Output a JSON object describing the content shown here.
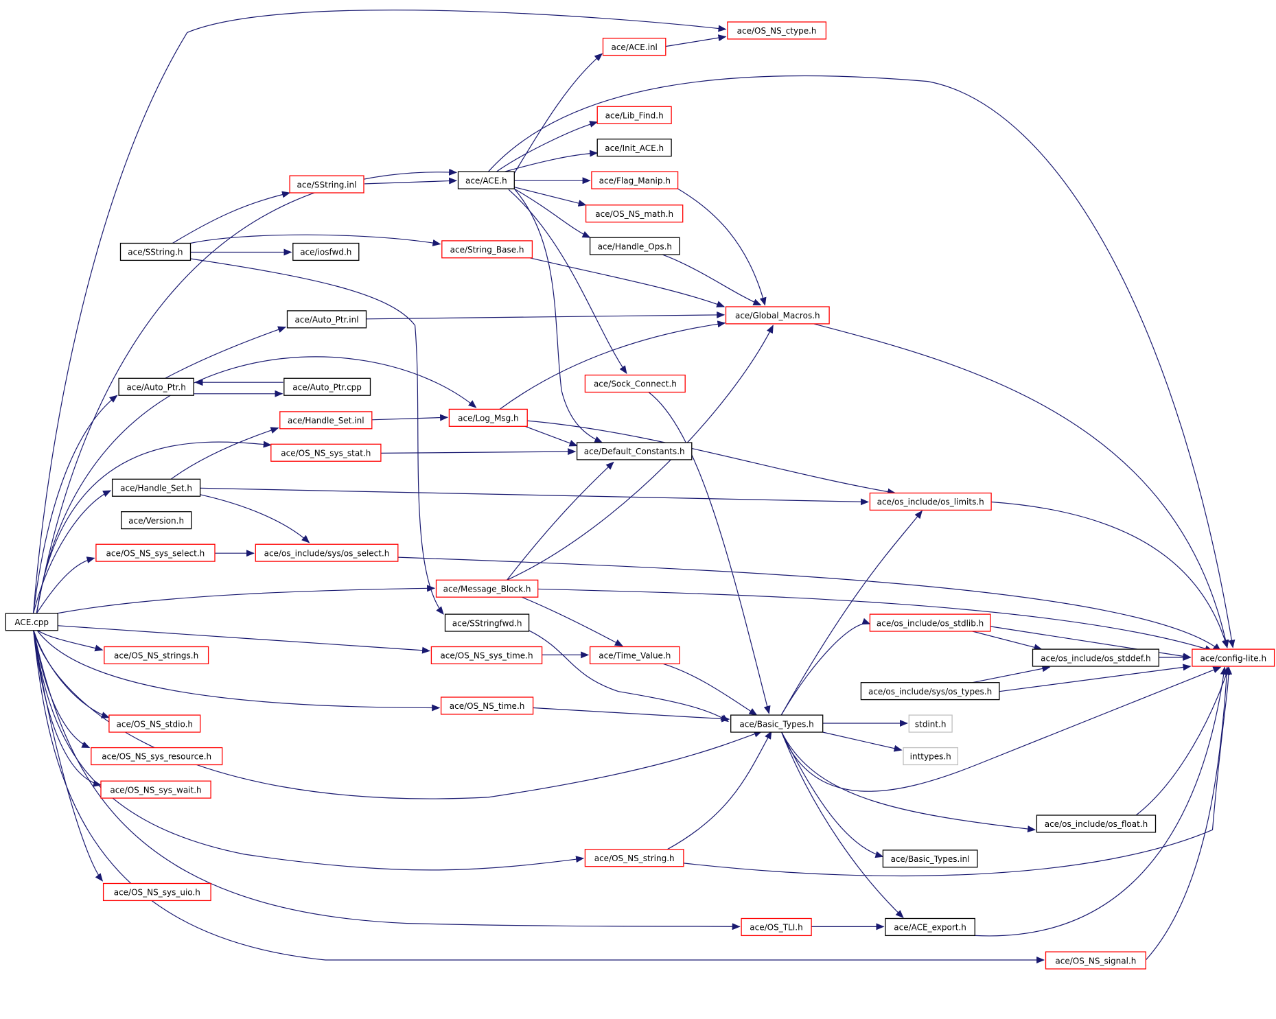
{
  "colors": {
    "edge": "#191970",
    "root_fill": "#bfbfbf",
    "documented_border": "#000000",
    "undocumented_border": "#ff0000",
    "external_border": "#bfbfbf"
  },
  "nodes": [
    {
      "id": "ace_cpp",
      "label": "ACE.cpp",
      "kind": "root"
    },
    {
      "id": "os_ctype",
      "label": "ace/OS_NS_ctype.h",
      "kind": "red"
    },
    {
      "id": "ace_inl",
      "label": "ace/ACE.inl",
      "kind": "red"
    },
    {
      "id": "lib_find",
      "label": "ace/Lib_Find.h",
      "kind": "red"
    },
    {
      "id": "init_ace",
      "label": "ace/Init_ACE.h",
      "kind": "black"
    },
    {
      "id": "ace_h",
      "label": "ace/ACE.h",
      "kind": "black"
    },
    {
      "id": "sstring_inl",
      "label": "ace/SString.inl",
      "kind": "red"
    },
    {
      "id": "flag_manip",
      "label": "ace/Flag_Manip.h",
      "kind": "red"
    },
    {
      "id": "os_math",
      "label": "ace/OS_NS_math.h",
      "kind": "red"
    },
    {
      "id": "handle_ops",
      "label": "ace/Handle_Ops.h",
      "kind": "black"
    },
    {
      "id": "sstring_h",
      "label": "ace/SString.h",
      "kind": "black"
    },
    {
      "id": "iosfwd",
      "label": "ace/iosfwd.h",
      "kind": "black"
    },
    {
      "id": "string_base",
      "label": "ace/String_Base.h",
      "kind": "red"
    },
    {
      "id": "auto_ptr_inl",
      "label": "ace/Auto_Ptr.inl",
      "kind": "black"
    },
    {
      "id": "global_macros",
      "label": "ace/Global_Macros.h",
      "kind": "red"
    },
    {
      "id": "auto_ptr_h",
      "label": "ace/Auto_Ptr.h",
      "kind": "black"
    },
    {
      "id": "auto_ptr_cpp",
      "label": "ace/Auto_Ptr.cpp",
      "kind": "black"
    },
    {
      "id": "sock_connect",
      "label": "ace/Sock_Connect.h",
      "kind": "red"
    },
    {
      "id": "handle_set_inl",
      "label": "ace/Handle_Set.inl",
      "kind": "red"
    },
    {
      "id": "log_msg",
      "label": "ace/Log_Msg.h",
      "kind": "red"
    },
    {
      "id": "os_sys_stat",
      "label": "ace/OS_NS_sys_stat.h",
      "kind": "red"
    },
    {
      "id": "default_constants",
      "label": "ace/Default_Constants.h",
      "kind": "black"
    },
    {
      "id": "handle_set_h",
      "label": "ace/Handle_Set.h",
      "kind": "black"
    },
    {
      "id": "os_limits",
      "label": "ace/os_include/os_limits.h",
      "kind": "red"
    },
    {
      "id": "version",
      "label": "ace/Version.h",
      "kind": "black"
    },
    {
      "id": "os_sys_select",
      "label": "ace/OS_NS_sys_select.h",
      "kind": "red"
    },
    {
      "id": "os_select",
      "label": "ace/os_include/sys/os_select.h",
      "kind": "red"
    },
    {
      "id": "message_block",
      "label": "ace/Message_Block.h",
      "kind": "red"
    },
    {
      "id": "sstringfwd",
      "label": "ace/SStringfwd.h",
      "kind": "black"
    },
    {
      "id": "os_stdlib",
      "label": "ace/os_include/os_stdlib.h",
      "kind": "red"
    },
    {
      "id": "os_strings",
      "label": "ace/OS_NS_strings.h",
      "kind": "red"
    },
    {
      "id": "os_sys_time",
      "label": "ace/OS_NS_sys_time.h",
      "kind": "red"
    },
    {
      "id": "time_value",
      "label": "ace/Time_Value.h",
      "kind": "red"
    },
    {
      "id": "os_stddef",
      "label": "ace/os_include/os_stddef.h",
      "kind": "black"
    },
    {
      "id": "config_lite",
      "label": "ace/config-lite.h",
      "kind": "red"
    },
    {
      "id": "os_types",
      "label": "ace/os_include/sys/os_types.h",
      "kind": "black"
    },
    {
      "id": "os_time",
      "label": "ace/OS_NS_time.h",
      "kind": "red"
    },
    {
      "id": "os_stdio",
      "label": "ace/OS_NS_stdio.h",
      "kind": "red"
    },
    {
      "id": "basic_types",
      "label": "ace/Basic_Types.h",
      "kind": "black"
    },
    {
      "id": "stdint",
      "label": "stdint.h",
      "kind": "gray"
    },
    {
      "id": "os_sys_resource",
      "label": "ace/OS_NS_sys_resource.h",
      "kind": "red"
    },
    {
      "id": "inttypes",
      "label": "inttypes.h",
      "kind": "gray"
    },
    {
      "id": "os_sys_wait",
      "label": "ace/OS_NS_sys_wait.h",
      "kind": "red"
    },
    {
      "id": "os_float",
      "label": "ace/os_include/os_float.h",
      "kind": "black"
    },
    {
      "id": "os_string",
      "label": "ace/OS_NS_string.h",
      "kind": "red"
    },
    {
      "id": "basic_types_inl",
      "label": "ace/Basic_Types.inl",
      "kind": "black"
    },
    {
      "id": "os_sys_uio",
      "label": "ace/OS_NS_sys_uio.h",
      "kind": "red"
    },
    {
      "id": "os_tli",
      "label": "ace/OS_TLI.h",
      "kind": "red"
    },
    {
      "id": "ace_export",
      "label": "ace/ACE_export.h",
      "kind": "black"
    },
    {
      "id": "os_signal",
      "label": "ace/OS_NS_signal.h",
      "kind": "red"
    }
  ]
}
